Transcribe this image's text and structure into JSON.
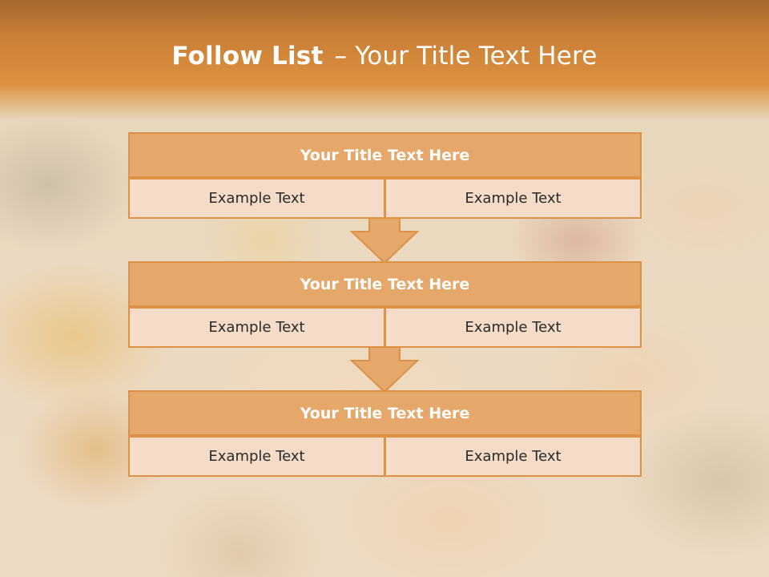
{
  "slide": {
    "title_bold": "Follow List",
    "title_separator": "–",
    "title_rest": "Your Title Text Here"
  },
  "colors": {
    "header_band": "#dd913f",
    "block_title_fill": "#e6a76a",
    "block_border": "#dc9147",
    "cell_fill": "#f5dcc9",
    "arrow_fill": "#e6a76a"
  },
  "blocks": [
    {
      "title": "Your Title Text Here",
      "left": "Example Text",
      "right": "Example Text"
    },
    {
      "title": "Your Title Text Here",
      "left": "Example Text",
      "right": "Example Text"
    },
    {
      "title": "Your Title Text Here",
      "left": "Example Text",
      "right": "Example Text"
    }
  ],
  "arrows": [
    {
      "icon": "down-arrow-icon"
    },
    {
      "icon": "down-arrow-icon"
    }
  ]
}
